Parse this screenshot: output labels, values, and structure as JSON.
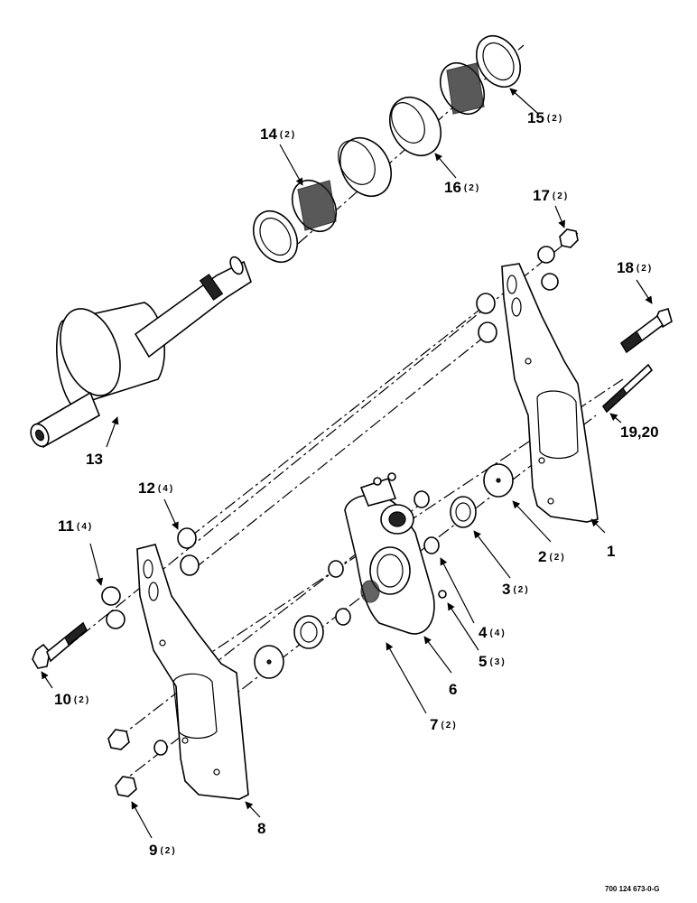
{
  "callouts": {
    "c1": {
      "num": "1",
      "qty": ""
    },
    "c2": {
      "num": "2",
      "qty": "(2)"
    },
    "c3": {
      "num": "3",
      "qty": "(2)"
    },
    "c4": {
      "num": "4",
      "qty": "(4)"
    },
    "c5": {
      "num": "5",
      "qty": "(3)"
    },
    "c6": {
      "num": "6",
      "qty": ""
    },
    "c7": {
      "num": "7",
      "qty": "(2)"
    },
    "c8": {
      "num": "8",
      "qty": ""
    },
    "c9": {
      "num": "9",
      "qty": "(2)"
    },
    "c10": {
      "num": "10",
      "qty": "(2)"
    },
    "c11": {
      "num": "11",
      "qty": "(4)"
    },
    "c12": {
      "num": "12",
      "qty": "(4)"
    },
    "c13": {
      "num": "13",
      "qty": ""
    },
    "c14": {
      "num": "14",
      "qty": "(2)"
    },
    "c15": {
      "num": "15",
      "qty": "(2)"
    },
    "c16": {
      "num": "16",
      "qty": "(2)"
    },
    "c17": {
      "num": "17",
      "qty": "(2)"
    },
    "c18": {
      "num": "18",
      "qty": "(2)"
    },
    "c19": {
      "num": "19,20",
      "qty": ""
    }
  },
  "document_number": "700 124 673-0-G"
}
